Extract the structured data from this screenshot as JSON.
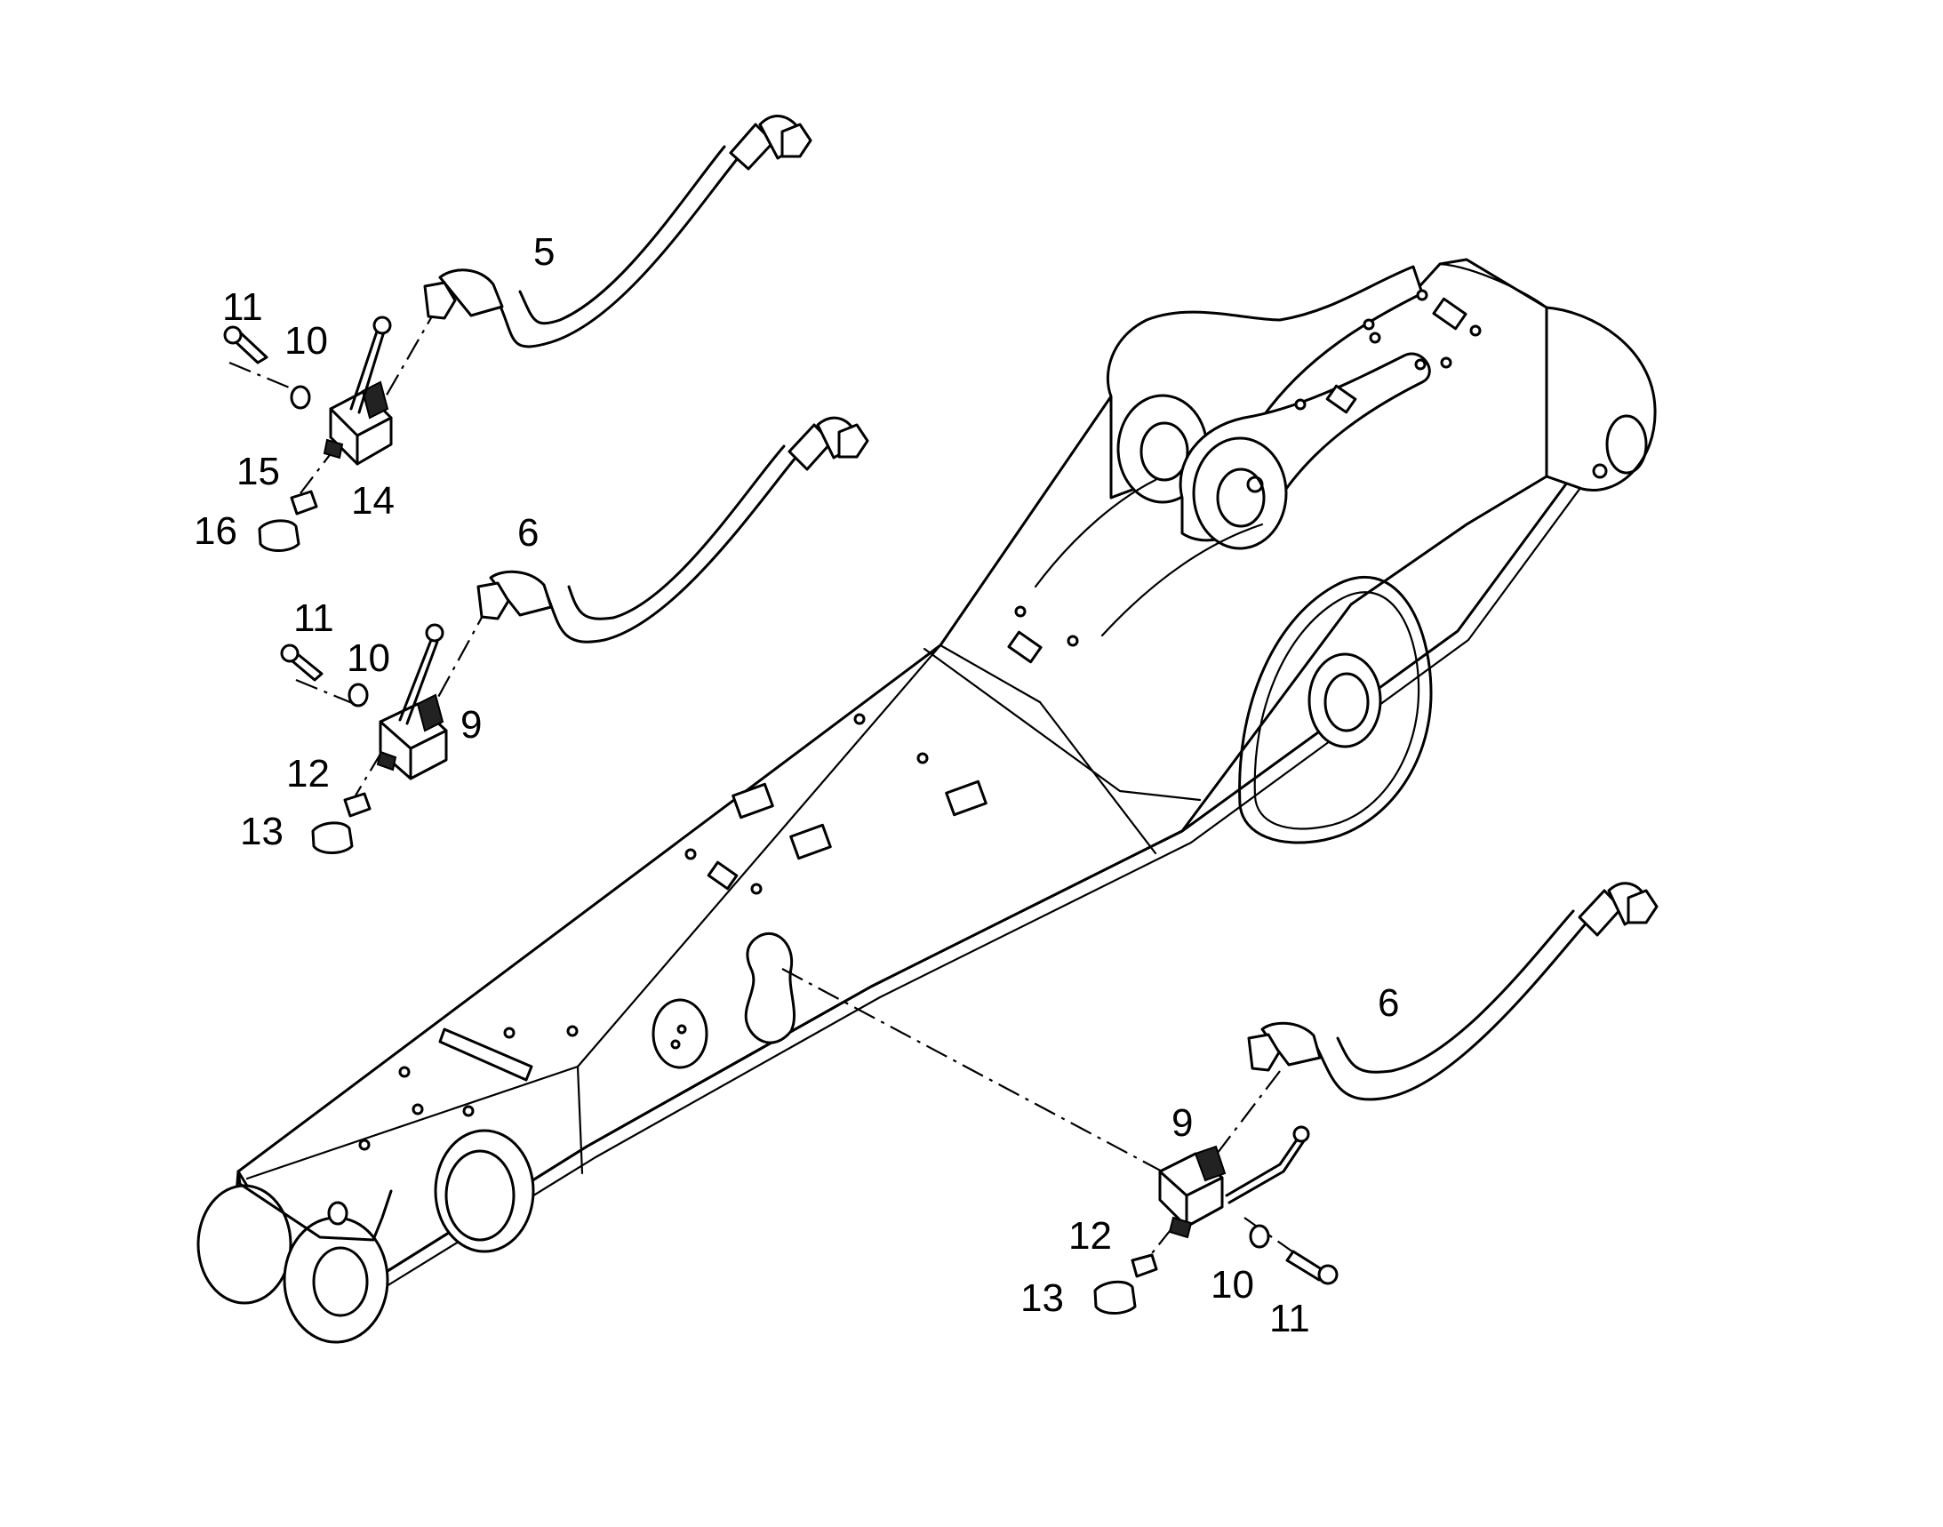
{
  "diagram": {
    "callouts": [
      {
        "id": "c5",
        "text": "5"
      },
      {
        "id": "c11a",
        "text": "11"
      },
      {
        "id": "c10a",
        "text": "10"
      },
      {
        "id": "c15",
        "text": "15"
      },
      {
        "id": "c14",
        "text": "14"
      },
      {
        "id": "c16",
        "text": "16"
      },
      {
        "id": "c6a",
        "text": "6"
      },
      {
        "id": "c11b",
        "text": "11"
      },
      {
        "id": "c10b",
        "text": "10"
      },
      {
        "id": "c9a",
        "text": "9"
      },
      {
        "id": "c12a",
        "text": "12"
      },
      {
        "id": "c13a",
        "text": "13"
      },
      {
        "id": "c6b",
        "text": "6"
      },
      {
        "id": "c9b",
        "text": "9"
      },
      {
        "id": "c12b",
        "text": "12"
      },
      {
        "id": "c13b",
        "text": "13"
      },
      {
        "id": "c10c",
        "text": "10"
      },
      {
        "id": "c11c",
        "text": "11"
      }
    ]
  }
}
